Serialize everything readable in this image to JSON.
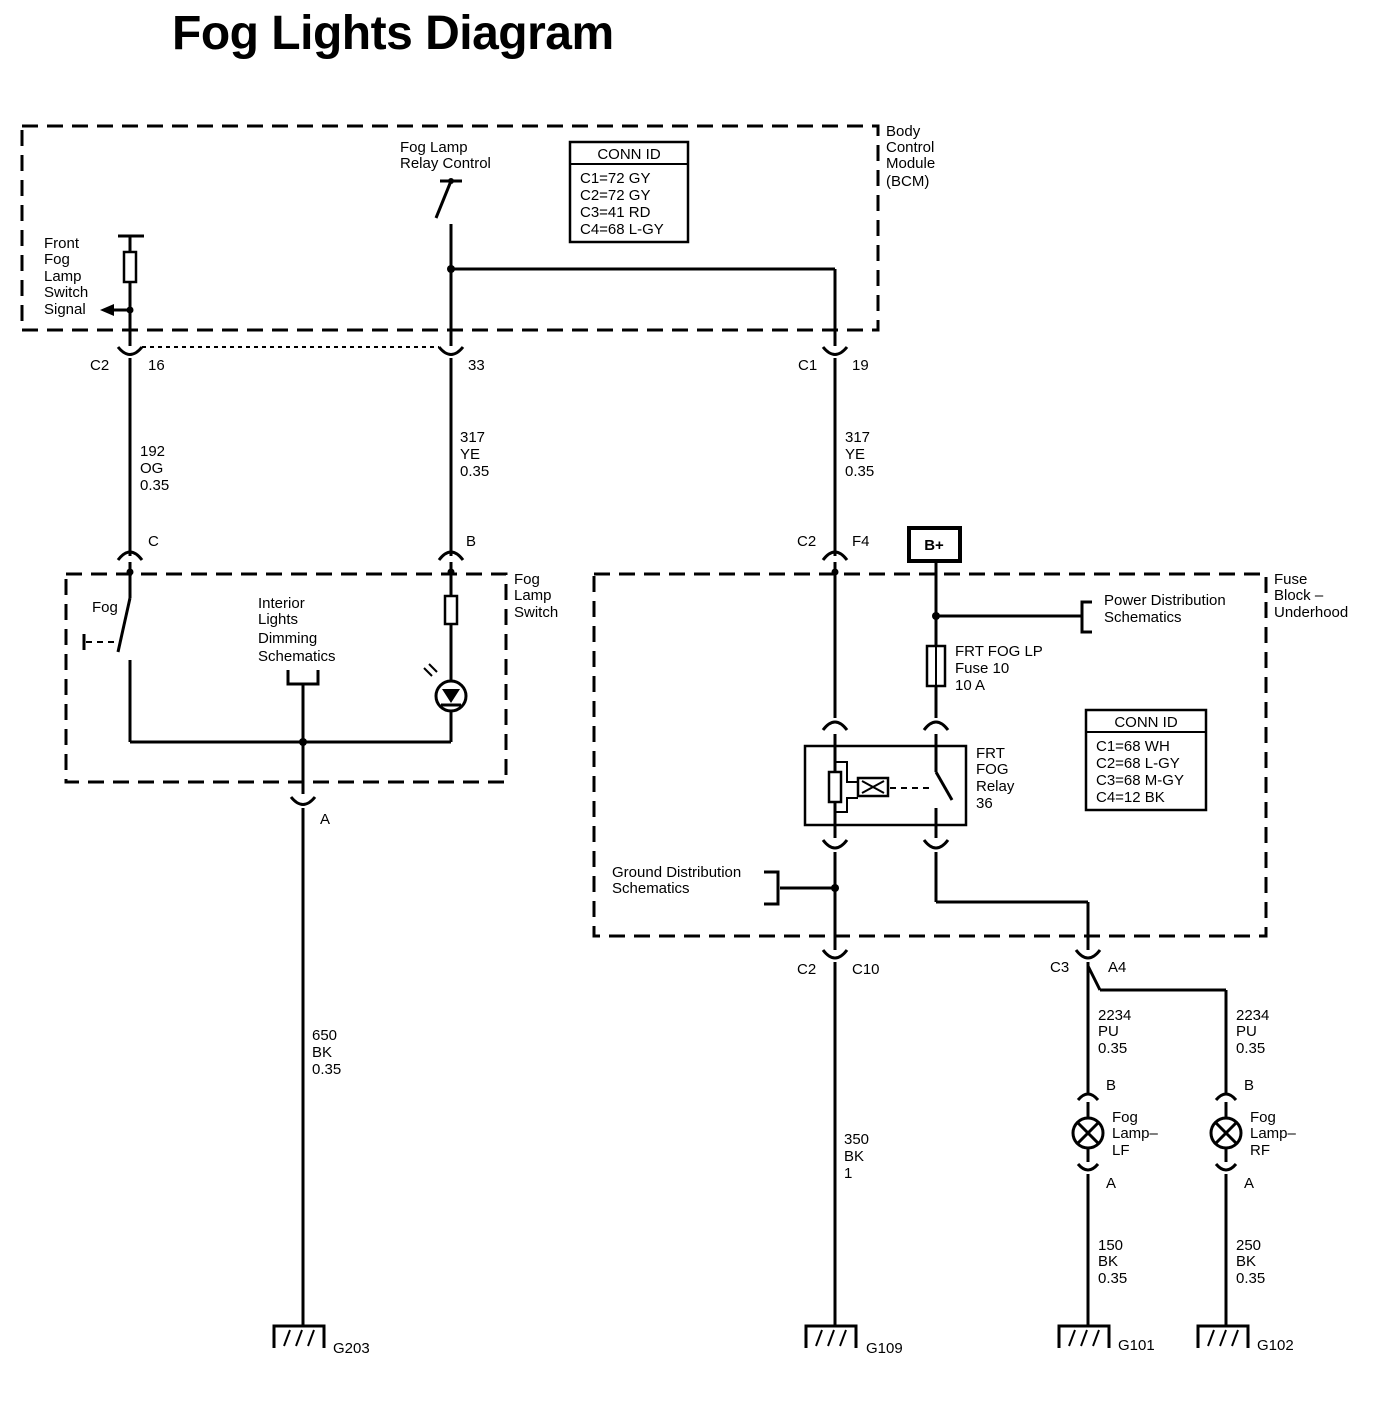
{
  "title": "Fog Lights Diagram",
  "modules": {
    "bcm": [
      "Body",
      "Control",
      "Module",
      "(BCM)"
    ],
    "switch": [
      "Fog",
      "Lamp",
      "Switch"
    ],
    "fuse_block": [
      "Fuse",
      "Block –",
      "Underhood"
    ]
  },
  "labels": {
    "fog_lamp_relay_control": [
      "Fog Lamp",
      "Relay Control"
    ],
    "front_fog_lamp_switch_signal": [
      "Front",
      "Fog",
      "Lamp",
      "Switch",
      "Signal"
    ],
    "fog": "Fog",
    "interior_lights": [
      "Interior",
      "Lights",
      "Dimming",
      "Schematics"
    ],
    "power_distribution": [
      "Power Distribution",
      "Schematics"
    ],
    "ground_distribution": [
      "Ground Distribution",
      "Schematics"
    ],
    "frt_fog_lp": [
      "FRT FOG LP",
      "Fuse 10",
      "10 A"
    ],
    "frt_fog_relay": [
      "FRT",
      "FOG",
      "Relay",
      "36"
    ],
    "b_plus": "B+",
    "fog_lamp_lf": [
      "Fog",
      "Lamp–",
      "LF"
    ],
    "fog_lamp_rf": [
      "Fog",
      "Lamp–",
      "RF"
    ]
  },
  "conn_id_bcm": {
    "header": "CONN ID",
    "rows": [
      "C1=72 GY",
      "C2=72 GY",
      "C3=41 RD",
      "C4=68 L-GY"
    ]
  },
  "conn_id_fuse": {
    "header": "CONN ID",
    "rows": [
      "C1=68 WH",
      "C2=68 L-GY",
      "C3=68 M-GY",
      "C4=12 BK"
    ]
  },
  "connectors": {
    "c2_16": [
      "C2",
      "16"
    ],
    "pin_33": "33",
    "c1_19": [
      "C1",
      "19"
    ],
    "sw_c": "C",
    "sw_b": "B",
    "sw_a": "A",
    "c2_f4": [
      "C2",
      "F4"
    ],
    "c2_c10": [
      "C2",
      "C10"
    ],
    "c3_a4": [
      "C3",
      "A4"
    ],
    "lf_b": "B",
    "lf_a": "A",
    "rf_b": "B",
    "rf_a": "A"
  },
  "wires": {
    "w192": [
      "192",
      "OG",
      "0.35"
    ],
    "w317a": [
      "317",
      "YE",
      "0.35"
    ],
    "w317b": [
      "317",
      "YE",
      "0.35"
    ],
    "w650": [
      "650",
      "BK",
      "0.35"
    ],
    "w350": [
      "350",
      "BK",
      "1"
    ],
    "w2234a": [
      "2234",
      "PU",
      "0.35"
    ],
    "w2234b": [
      "2234",
      "PU",
      "0.35"
    ],
    "w150": [
      "150",
      "BK",
      "0.35"
    ],
    "w250": [
      "250",
      "BK",
      "0.35"
    ]
  },
  "grounds": {
    "g203": "G203",
    "g109": "G109",
    "g101": "G101",
    "g102": "G102"
  }
}
